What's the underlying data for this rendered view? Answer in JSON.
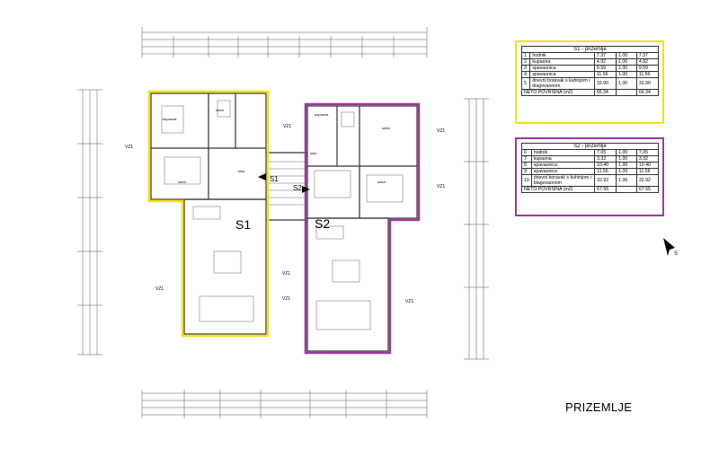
{
  "drawing": {
    "floor_label": "PRIZEMLJE",
    "units": [
      {
        "id": "S1",
        "label": "S1",
        "color": "#f5e211"
      },
      {
        "id": "S2",
        "label": "S2",
        "color": "#9b3a9c"
      }
    ],
    "entrance_labels": [
      "S1",
      "S2"
    ],
    "room_labels": [
      "kupaona",
      "soba",
      "soba",
      "kupaona",
      "soba",
      "soba",
      "ulaz",
      "ulaz"
    ],
    "window_tags": [
      "VZ1",
      "VZ1",
      "VZ1",
      "VZ1",
      "VZ1",
      "VZ1",
      "VZ1",
      "VZ1"
    ],
    "north_label": "S"
  },
  "tables": {
    "s1": {
      "title": "S1 - prizemlje",
      "rows": [
        {
          "n": "1",
          "name": "hodnik",
          "a": "7.37",
          "k": "1.00",
          "b": "7.37"
        },
        {
          "n": "2",
          "name": "kupaona",
          "a": "4.92",
          "k": "1.00",
          "b": "4.92"
        },
        {
          "n": "3",
          "name": "spavaonica",
          "a": "9.59",
          "k": "1.00",
          "b": "9.59"
        },
        {
          "n": "4",
          "name": "spavaonica",
          "a": "11.56",
          "k": "1.00",
          "b": "11.56"
        },
        {
          "n": "5",
          "name": "dnevni boravak s kuhinjom i blagovaonom",
          "a": "32.90",
          "k": "1.00",
          "b": "32.90"
        }
      ],
      "total_label": "NETO POVRŠINA (m2)",
      "total_a": "66.34",
      "total_b": "66.34"
    },
    "s2": {
      "title": "S2 - prizemlje",
      "rows": [
        {
          "n": "6",
          "name": "hodnik",
          "a": "7.05",
          "k": "1.00",
          "b": "7.05"
        },
        {
          "n": "7",
          "name": "kupaona",
          "a": "3.32",
          "k": "1.00",
          "b": "3.32"
        },
        {
          "n": "8",
          "name": "spavaonica",
          "a": "10.40",
          "k": "1.00",
          "b": "10.40"
        },
        {
          "n": "9",
          "name": "spavaonica",
          "a": "11.56",
          "k": "1.00",
          "b": "11.56"
        },
        {
          "n": "10",
          "name": "dnevni boravak s kuhinjom i blagovaonom",
          "a": "32.92",
          "k": "1.00",
          "b": "32.92"
        }
      ],
      "total_label": "NETO POVRŠINA (m2)",
      "total_a": "67.55",
      "total_b": "67.55"
    }
  }
}
